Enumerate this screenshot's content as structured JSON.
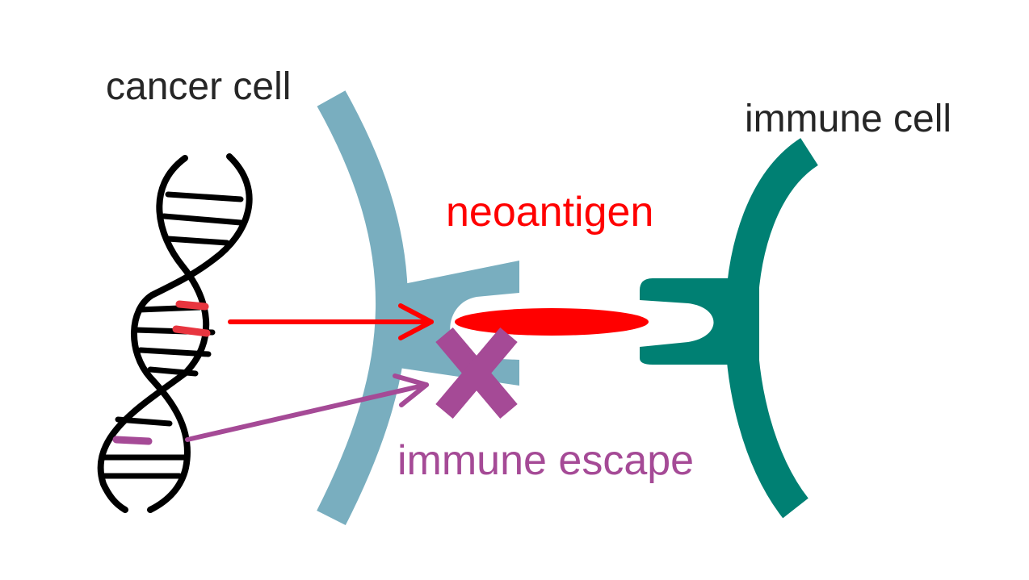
{
  "labels": {
    "cancer_cell": "cancer cell",
    "immune_cell": "immune cell",
    "neoantigen": "neoantigen",
    "immune_escape": "immune escape"
  },
  "colors": {
    "cancer_membrane": "#79aebf",
    "immune_membrane": "#008073",
    "neoantigen": "#ff0000",
    "escape": "#a54a96",
    "dna": "#000000",
    "text": "#262626",
    "mutation_red": "#e8353f"
  },
  "icons": {
    "dna": "dna-double-helix-icon",
    "blocked": "x-mark-icon"
  }
}
